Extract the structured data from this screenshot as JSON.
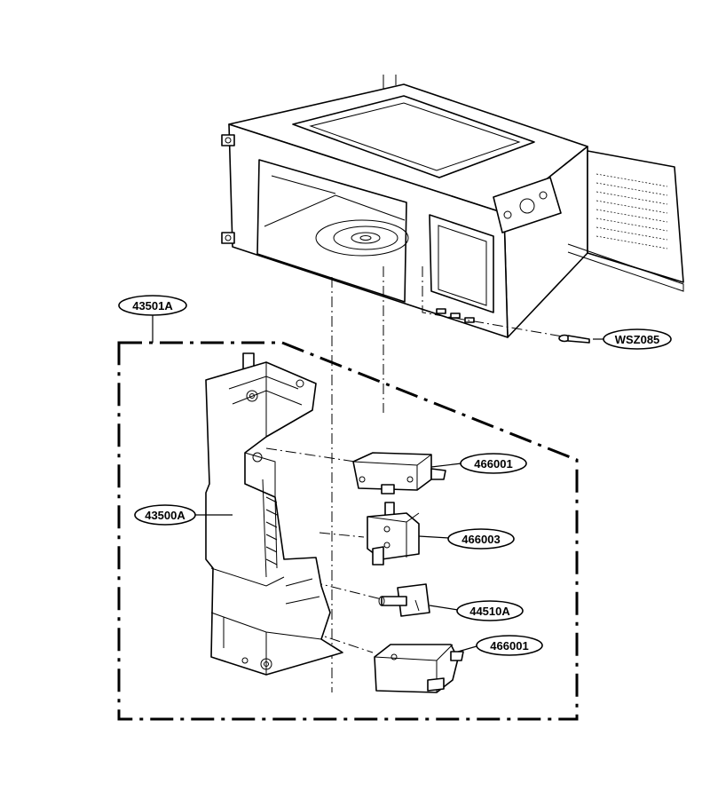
{
  "labels": {
    "assembly": "43501A",
    "screw": "WSZ085",
    "latch_body": "43500A",
    "switch_top": "466001",
    "switch_middle": "466003",
    "lever": "44510A",
    "switch_bottom": "466001"
  }
}
